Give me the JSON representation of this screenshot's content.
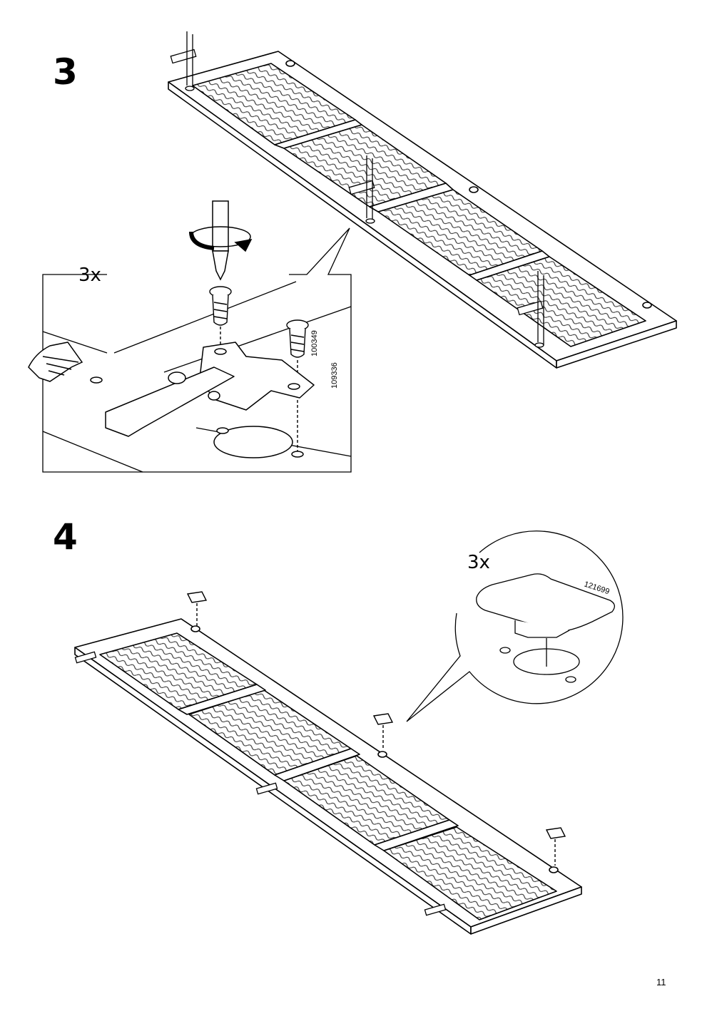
{
  "step3": {
    "number": "3",
    "quantity": "3x",
    "part_codes": [
      "100349",
      "109336"
    ]
  },
  "step4": {
    "number": "4",
    "quantity": "3x",
    "part_code": "121699"
  },
  "page_number": "11",
  "icons": [
    "screwdriver-icon",
    "rotate-arrow-icon",
    "hand-press-icon",
    "hinge-icon",
    "screw-icon",
    "cover-cap-icon"
  ]
}
